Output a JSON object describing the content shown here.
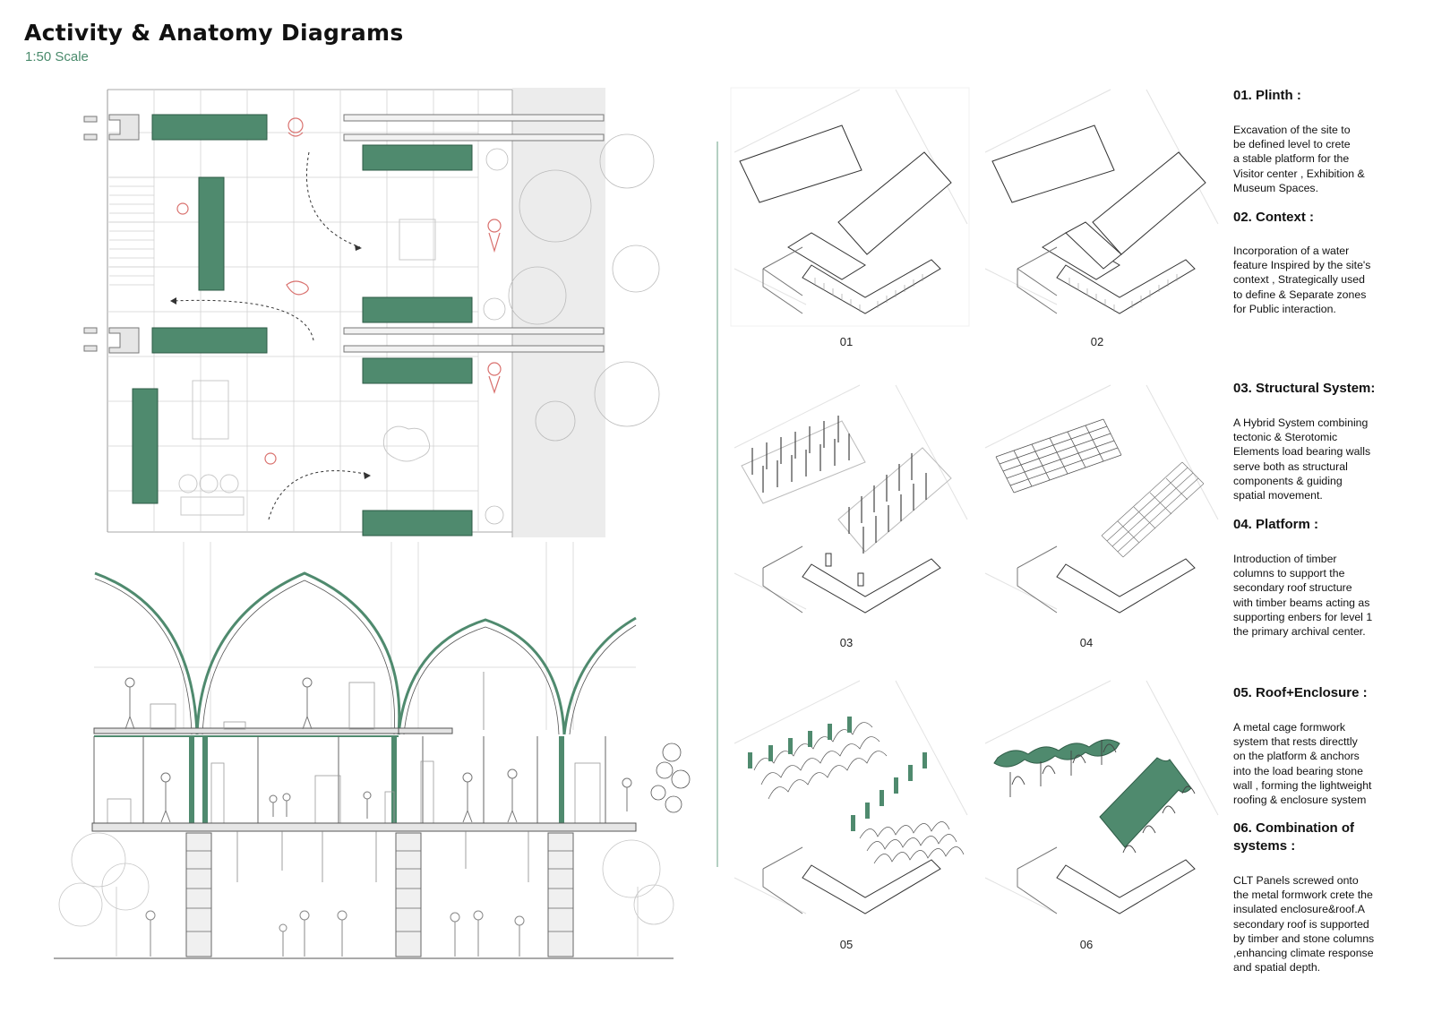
{
  "header": {
    "title": "Activity & Anatomy Diagrams",
    "scale": "1:50 Scale"
  },
  "colors": {
    "accent_green": "#4f8a6e",
    "red_figures": "#d9716e",
    "line_gray": "#9a9a9a",
    "light_gray": "#ececec"
  },
  "diagrams": {
    "captions": [
      "01",
      "02",
      "03",
      "04",
      "05",
      "06"
    ]
  },
  "steps": [
    {
      "title": "01. Plinth :",
      "body": "Excavation of the site to\nbe defined level to crete\na stable platform for the\nVisitor center , Exhibition &\nMuseum Spaces."
    },
    {
      "title": "02. Context :",
      "body": "Incorporation of a water\nfeature Inspired by the site's\ncontext , Strategically used\nto define & Separate zones\nfor Public interaction."
    },
    {
      "title": "03. Structural System:",
      "body": "A Hybrid System combining\ntectonic & Sterotomic\nElements load bearing walls\nserve both as structural\ncomponents & guiding\nspatial movement."
    },
    {
      "title": "04. Platform :",
      "body": "Introduction of timber\ncolumns to support the\nsecondary roof structure\nwith timber beams acting as\nsupporting enbers for level 1\nthe primary archival center."
    },
    {
      "title": "05. Roof+Enclosure  :",
      "body": "A metal cage formwork\nsystem that rests directtly\non the platform & anchors\ninto the load bearing stone\nwall , forming the lightweight\nroofing & enclosure system"
    },
    {
      "title": "06. Combination of\nsystems :",
      "body": "CLT Panels screwed onto\nthe metal formwork crete the\ninsulated enclosure&roof.A\nsecondary roof is supported\nby timber and stone columns\n,enhancing climate response\nand spatial depth."
    }
  ]
}
